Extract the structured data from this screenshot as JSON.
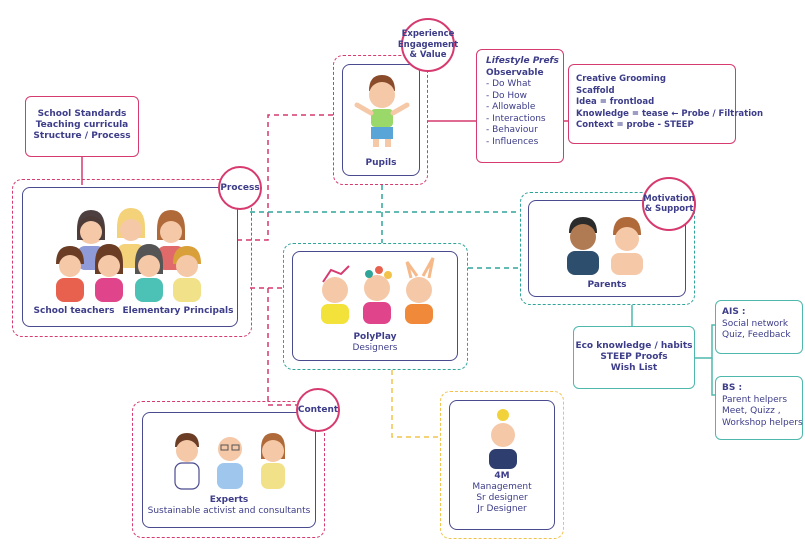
{
  "circles": {
    "experience": [
      "Experience",
      "Engagement",
      "& Value"
    ],
    "process": "Process",
    "motivation": [
      "Motivation",
      "& Support"
    ],
    "content": "Content"
  },
  "school_box": [
    "School Standards",
    "Teaching curricula",
    "Structure / Process"
  ],
  "pupils": {
    "label": "Pupils"
  },
  "lifestyle": {
    "title": "Lifestyle Prefs",
    "subtitle": "Observable",
    "items": [
      "- Do What",
      "- Do How",
      "- Allowable",
      "- Interactions",
      "- Behaviour",
      "- Influences"
    ]
  },
  "creative_box": [
    "Creative Grooming",
    "Scaffold",
    "Idea = frontload",
    "Knowledge = tease  ← Probe / Filtration",
    "Context =  probe - STEEP"
  ],
  "teachers": {
    "label_left": "School teachers",
    "label_right": "Elementary Principals"
  },
  "polyplay": {
    "name": "PolyPlay",
    "role": "Designers"
  },
  "parents": {
    "label": "Parents"
  },
  "eco_box": [
    "Eco knowledge / habits",
    "STEEP Proofs",
    "Wish List"
  ],
  "ais_box": {
    "title": "AIS :",
    "lines": [
      "Social network",
      "Quiz, Feedback"
    ]
  },
  "bs_box": {
    "title": "BS :",
    "lines": [
      "Parent helpers",
      "Meet, Quizz ,",
      "Workshop helpers"
    ]
  },
  "experts": {
    "title": "Experts",
    "subtitle": "Sustainable activist and consultants"
  },
  "fourm": {
    "title": "4M",
    "lines": [
      "Management",
      "Sr designer",
      "Jr Designer"
    ]
  },
  "colors": {
    "pink": "#d63a6f",
    "teal": "#2fa59a",
    "yellow": "#f2c24a",
    "navy": "#3d3d8a"
  }
}
